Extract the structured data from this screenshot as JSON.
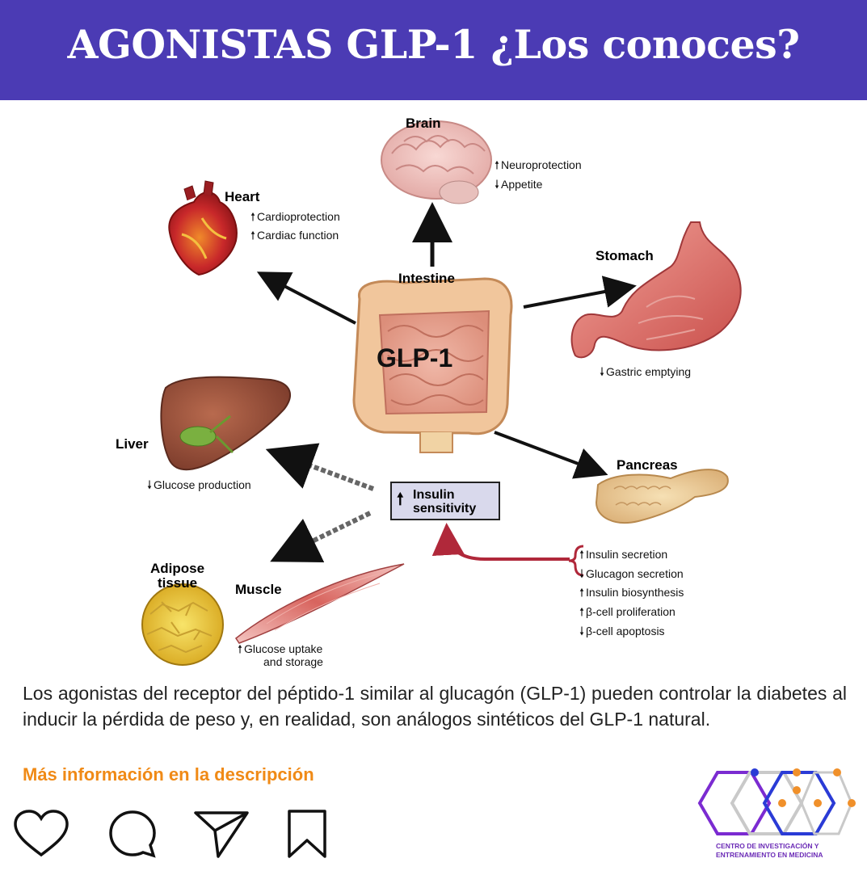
{
  "banner": {
    "title": "AGONISTAS GLP-1 ¿Los conoces?"
  },
  "diagram": {
    "center_label": "GLP-1",
    "intestine": "Intestine",
    "brain": {
      "name": "Brain",
      "effects": [
        {
          "dir": "up",
          "text": "Neuroprotection"
        },
        {
          "dir": "down",
          "text": "Appetite"
        }
      ]
    },
    "heart": {
      "name": "Heart",
      "effects": [
        {
          "dir": "up",
          "text": "Cardioprotection"
        },
        {
          "dir": "up",
          "text": "Cardiac function"
        }
      ]
    },
    "stomach": {
      "name": "Stomach",
      "effects": [
        {
          "dir": "down",
          "text": "Gastric emptying"
        }
      ]
    },
    "liver": {
      "name": "Liver",
      "effects": [
        {
          "dir": "down",
          "text": "Glucose production"
        }
      ]
    },
    "pancreas": {
      "name": "Pancreas",
      "effects": [
        {
          "dir": "up",
          "text": "Insulin secretion"
        },
        {
          "dir": "down",
          "text": "Glucagon secretion"
        },
        {
          "dir": "up",
          "text": "Insulin biosynthesis"
        },
        {
          "dir": "up",
          "text": "β-cell proliferation"
        },
        {
          "dir": "down",
          "text": "β-cell apoptosis"
        }
      ]
    },
    "insulin_box": {
      "line1": "Insulin",
      "line2": "sensitivity"
    },
    "adipose": {
      "line1": "Adipose",
      "line2": "tissue"
    },
    "muscle": {
      "name": "Muscle",
      "effect_line1": "Glucose uptake",
      "effect_line2": "and storage"
    }
  },
  "caption": {
    "text": "Los agonistas del receptor del péptido-1 similar al glucagón (GLP-1) pueden controlar la diabetes al inducir la pérdida de peso y, en realidad, son análogos sintéticos del GLP-1 natural.",
    "more": "Más información en la descripción"
  },
  "logo": {
    "line1": "CENTRO DE INVESTIGACIÓN Y",
    "line2": "ENTRENAMIENTO EN MEDICINA"
  },
  "icons": [
    "heart-icon",
    "comment-icon",
    "send-icon",
    "bookmark-icon"
  ],
  "colors": {
    "banner": "#4b3bb4",
    "more_link": "#f08a16",
    "logo_purple": "#7b2bd1",
    "logo_orange": "#f0902a",
    "logo_blue": "#2a3bd6"
  }
}
